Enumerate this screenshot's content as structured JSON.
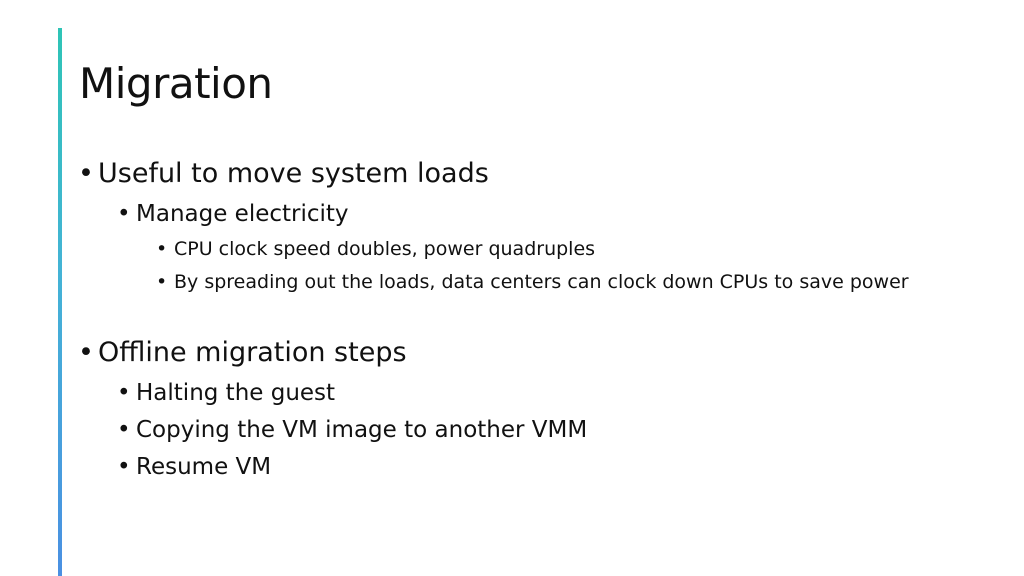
{
  "slide": {
    "title": "Migration",
    "bullet_glyph": "•",
    "accent_colors": [
      "#2ec4b6",
      "#4a90e2"
    ],
    "items": [
      {
        "level": 1,
        "text": "Useful to move system loads"
      },
      {
        "level": 2,
        "text": "Manage electricity"
      },
      {
        "level": 3,
        "text": "CPU clock speed doubles, power quadruples"
      },
      {
        "level": 3,
        "text": "By spreading out the loads, data centers can clock down CPUs to save power"
      },
      {
        "level": 1,
        "text": "Offline migration steps"
      },
      {
        "level": 2,
        "text": "Halting the guest"
      },
      {
        "level": 2,
        "text": "Copying the VM image to another VMM"
      },
      {
        "level": 2,
        "text": "Resume VM"
      }
    ]
  }
}
